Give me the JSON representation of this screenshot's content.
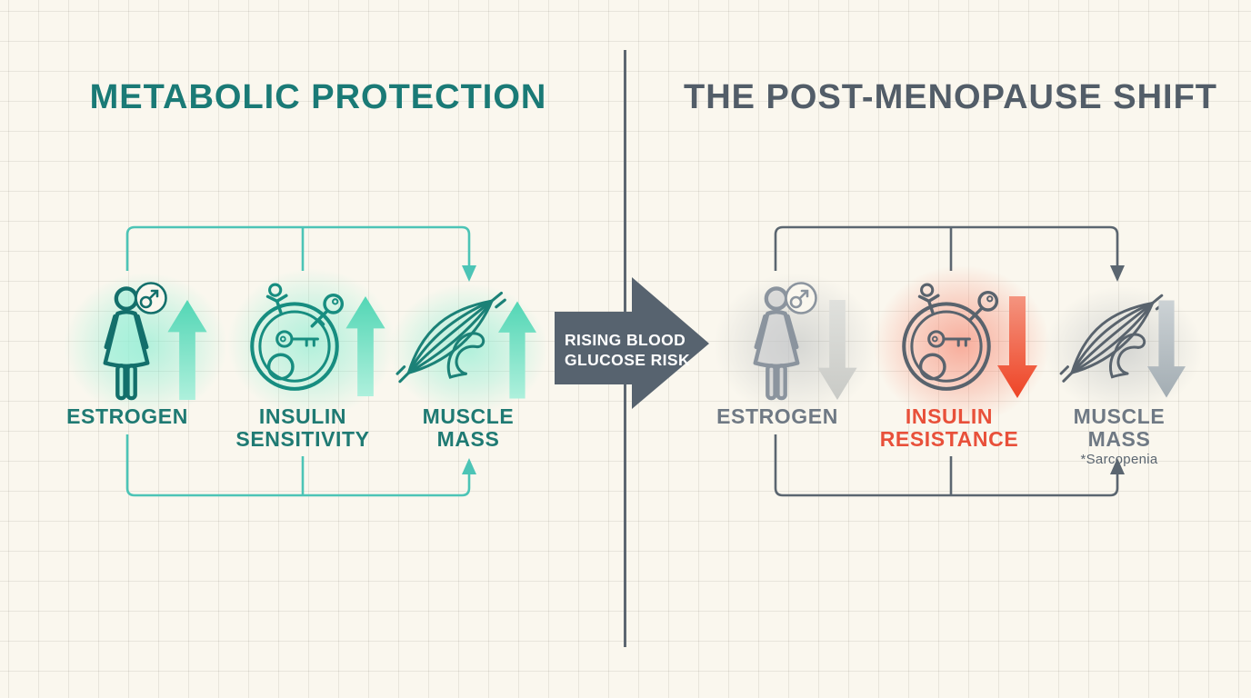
{
  "left_panel": {
    "title": "METABOLIC PROTECTION",
    "items": [
      {
        "label": "ESTROGEN",
        "icon": "female-figure-icon",
        "trend": "up"
      },
      {
        "label": "INSULIN SENSITIVITY",
        "icon": "cell-with-key-icon",
        "trend": "up"
      },
      {
        "label": "MUSCLE MASS",
        "icon": "muscle-fiber-bicep-icon",
        "trend": "up"
      }
    ]
  },
  "center_arrow": {
    "line1": "RISING BLOOD",
    "line2": "GLUCOSE RISK"
  },
  "right_panel": {
    "title": "THE POST-MENOPAUSE SHIFT",
    "items": [
      {
        "label": "ESTROGEN",
        "icon": "female-figure-icon",
        "trend": "down"
      },
      {
        "label": "INSULIN RESISTANCE",
        "icon": "cell-with-key-icon",
        "trend": "down"
      },
      {
        "label": "MUSCLE MASS",
        "note": "*Sarcopenia",
        "icon": "muscle-fiber-bicep-icon",
        "trend": "down"
      }
    ]
  },
  "icons": {
    "female": "female-figure-icon",
    "gender_symbol": "estrogen-symbol-icon",
    "cell": "cell-with-key-icon",
    "muscle": "muscle-fiber-bicep-icon",
    "up_arrow": "up-trend-arrow-icon",
    "down_arrow": "down-trend-arrow-icon",
    "big_arrow": "right-block-arrow-icon"
  },
  "colors": {
    "paper": "#faf7ee",
    "teal_title": "#1a7a76",
    "slate_title": "#525d68",
    "teal_bracket": "#4cc4b6",
    "slate_bracket": "#5b6670",
    "mint_arrow_top": "#53d6b5",
    "mint_arrow_bottom": "#aef0dc",
    "red_arrow_top": "#f4947f",
    "red_arrow_bottom": "#ee4426",
    "gray_arrow": "#d4d5d1",
    "steel_arrow": "#b3bcc1",
    "center_arrow": "#57636f",
    "label_red": "#e8503a"
  }
}
